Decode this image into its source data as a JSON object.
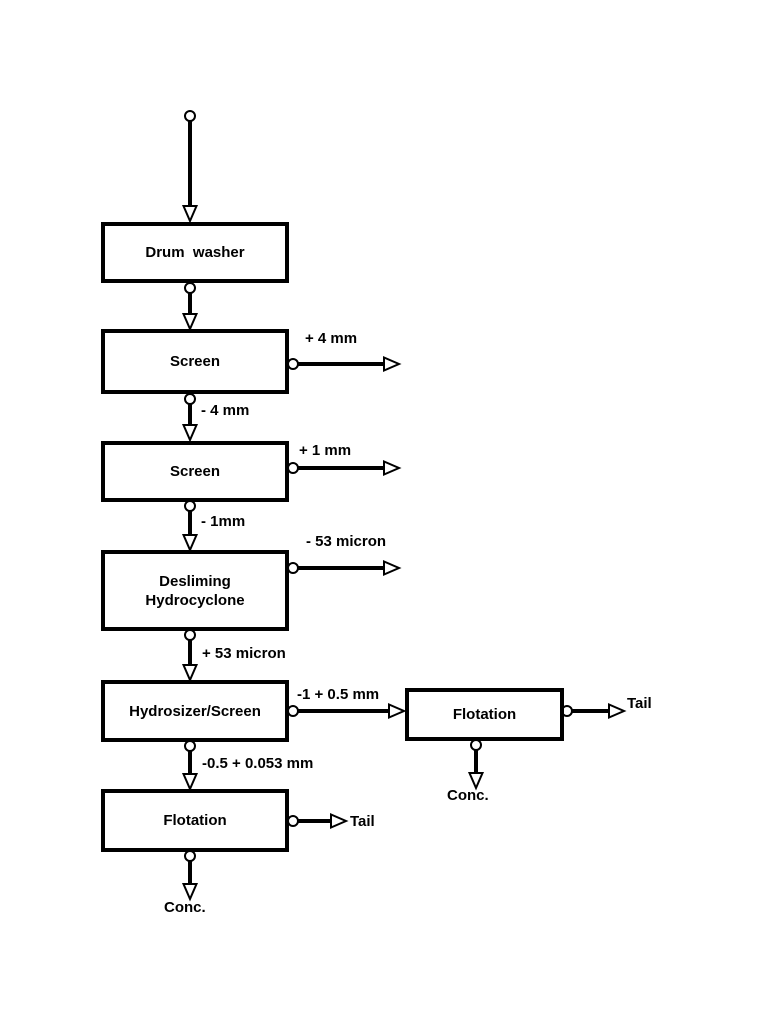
{
  "diagram": {
    "type": "process-flowsheet",
    "background_color": "#ffffff",
    "line_color": "#000000",
    "box_fill": "#ffffff",
    "text_color": "#000000"
  },
  "nodes": {
    "drum_washer": {
      "label": "Drum  washer"
    },
    "screen_coarse": {
      "label": "Screen"
    },
    "screen_fine": {
      "label": "Screen"
    },
    "desliming_hydrocyclone": {
      "label_line1": "Desliming",
      "label_line2": "Hydrocyclone"
    },
    "hydrosizer_screen": {
      "label": "Hydrosizer/Screen"
    },
    "flotation_fine": {
      "label": "Flotation"
    },
    "flotation_coarse": {
      "label": "Flotation"
    }
  },
  "streams": {
    "screen_coarse_oversize": "+ 4 mm",
    "screen_coarse_undersize": "- 4 mm",
    "screen_fine_oversize": "+ 1 mm",
    "screen_fine_undersize": "- 1mm",
    "hydrocyclone_overflow": "- 53 micron",
    "hydrocyclone_underflow": "+ 53 micron",
    "hydrosizer_coarse_product": "-1 + 0.5 mm",
    "hydrosizer_fine_product": "-0.5 + 0.053 mm",
    "flotation_fine_tail": "Tail",
    "flotation_fine_conc": "Conc.",
    "flotation_coarse_tail": "Tail",
    "flotation_coarse_conc": "Conc."
  }
}
